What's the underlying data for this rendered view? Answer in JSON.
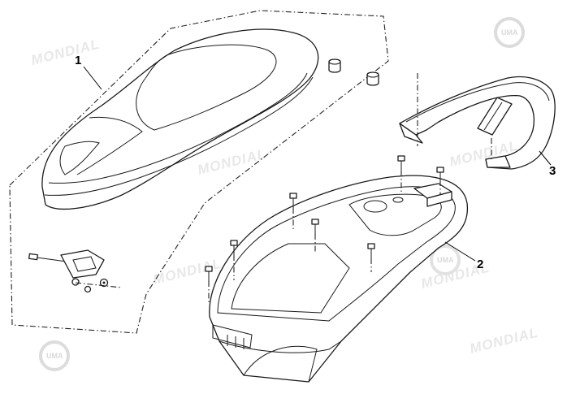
{
  "watermark": {
    "brand": "MONDIAL",
    "logo": "UMA"
  },
  "callouts": [
    {
      "number": "1",
      "part": "seat"
    },
    {
      "number": "2",
      "part": "luggage box"
    },
    {
      "number": "3",
      "part": "rear grab rail"
    }
  ]
}
